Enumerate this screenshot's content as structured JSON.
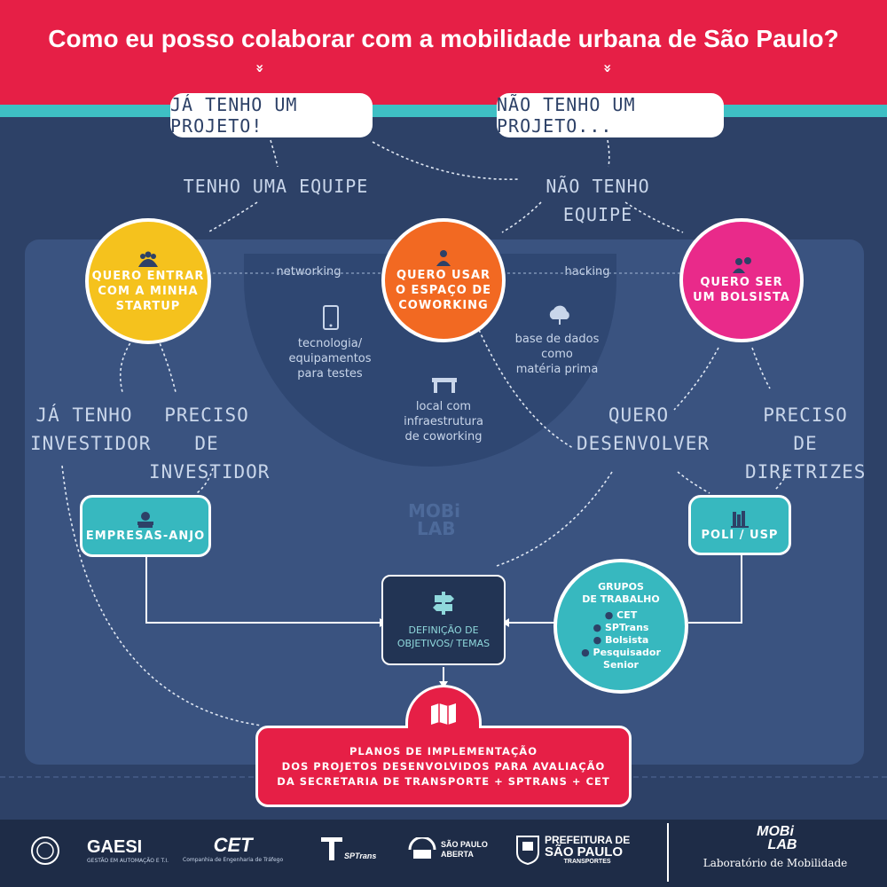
{
  "header": {
    "title": "Como eu posso colaborar com a mobilidade urbana de São Paulo?",
    "chevron": "»"
  },
  "top": {
    "left_bubble": "JÁ TENHO UM PROJETO!",
    "right_bubble": "NÃO TENHO UM PROJETO...",
    "tenho_equipe": "TENHO UMA EQUIPE",
    "nao_tenho_equipe": "NÃO TENHO EQUIPE"
  },
  "circles": {
    "startup": [
      "QUERO ENTRAR",
      "COM A MINHA",
      "STARTUP"
    ],
    "coworking": [
      "QUERO USAR",
      "O ESPAÇO DE",
      "COWORKING"
    ],
    "bolsista": [
      "QUERO SER",
      "UM BOLSISTA"
    ]
  },
  "semi": {
    "networking": "networking",
    "hacking": "hacking",
    "tecnologia": [
      "tecnologia/",
      "equipamentos",
      "para testes"
    ],
    "base": [
      "base de dados",
      "como",
      "matéria prima"
    ],
    "local": [
      "local com",
      "infraestrutura",
      "de coworking"
    ]
  },
  "labels": {
    "ja_tenho_investidor": [
      "JÁ TENHO",
      "INVESTIDOR"
    ],
    "preciso_investidor": [
      "PRECISO DE",
      "INVESTIDOR"
    ],
    "quero_desenvolver": [
      "QUERO",
      "DESENVOLVER"
    ],
    "preciso_diretrizes": [
      "PRECISO DE",
      "DIRETRIZES"
    ]
  },
  "boxes": {
    "empresas_anjo": "EMPRESAS-ANJO",
    "poli_usp": "POLI / USP",
    "definicao": [
      "DEFINIÇÃO DE",
      "OBJETIVOS/ TEMAS"
    ],
    "grupos_title": [
      "GRUPOS",
      "DE TRABALHO"
    ],
    "grupos_items": [
      "CET",
      "SPTrans",
      "Bolsista",
      "Pesquisador",
      "Senior"
    ],
    "planos": [
      "PLANOS DE IMPLEMENTAÇÃO",
      "DOS PROJETOS DESENVOLVIDOS PARA AVALIAÇÃO",
      "DA SECRETARIA DE TRANSPORTE + SPTRANS + CET"
    ]
  },
  "watermark": [
    "MOBi",
    "LAB"
  ],
  "footer": {
    "gaesi": "GAESI",
    "gaesi_sub": "GESTÃO EM AUTOMAÇÃO E T.I.",
    "cet": "CET",
    "cet_sub": "Companhia de Engenharia de Tráfego",
    "sptrans": "SPTrans",
    "sp_aberta": [
      "SÃO PAULO",
      "ABERTA"
    ],
    "prefeitura": [
      "PREFEITURA DE",
      "SÃO PAULO",
      "TRANSPORTES"
    ],
    "mobilab": [
      "MOBi",
      "LAB"
    ],
    "mobilab_sub": "Laboratório de Mobilidade"
  },
  "colors": {
    "red": "#e61f46",
    "teal": "#3ebfc4",
    "navy": "#2d4167",
    "yellow": "#f5c21d",
    "orange": "#f26922",
    "magenta": "#e92a8a"
  }
}
